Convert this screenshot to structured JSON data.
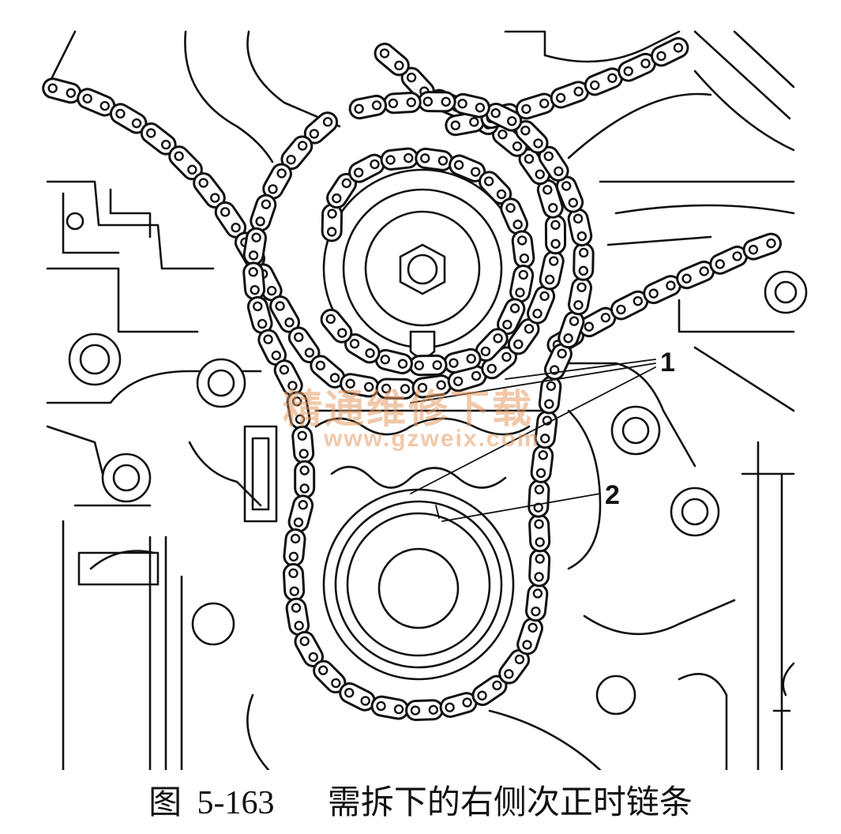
{
  "figure": {
    "callouts": [
      {
        "id": "1",
        "label": "1"
      },
      {
        "id": "2",
        "label": "2"
      }
    ],
    "watermark": {
      "chinese": "精通维修下载",
      "url": "www.gzweix.com",
      "color": "#e59a62"
    },
    "caption": {
      "prefix": "图",
      "number": "5-163",
      "text": "需拆下的右侧次正时链条"
    }
  }
}
